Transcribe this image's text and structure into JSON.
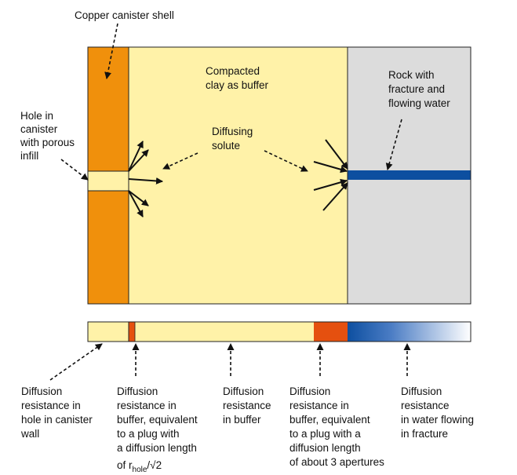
{
  "colors": {
    "copper": "#f0900c",
    "clay": "#fff2a8",
    "rock": "#dcdcdc",
    "fracture": "#0d4fa0",
    "plug": "#e5500f",
    "outline": "#222222"
  },
  "labels": {
    "copper_shell": "Copper canister shell",
    "compacted_clay": [
      "Compacted",
      "clay as buffer"
    ],
    "rock": [
      "Rock with",
      "fracture and",
      "flowing water"
    ],
    "hole": [
      "Hole in",
      "canister",
      "with porous",
      "infill"
    ],
    "diffusing_solute": [
      "Diffusing",
      "solute"
    ]
  },
  "resistances": {
    "hole_wall": [
      "Diffusion",
      "resistance in",
      "hole in canister",
      "wall"
    ],
    "buffer_plug": [
      "Diffusion",
      "resistance in",
      "buffer, equivalent",
      "to a plug with",
      "a diffusion length"
    ],
    "buffer_plug_formula": {
      "prefix": "of r",
      "sub": "hole",
      "suffix": "/√2"
    },
    "buffer": [
      "Diffusion",
      "resistance",
      "in buffer"
    ],
    "buffer_apertures": [
      "Diffusion",
      "resistance in",
      "buffer, equivalent",
      "to a plug with a",
      "diffusion length",
      "of about 3 apertures"
    ],
    "fracture_water": [
      "Diffusion",
      "resistance",
      "in water flowing",
      "in fracture"
    ]
  }
}
